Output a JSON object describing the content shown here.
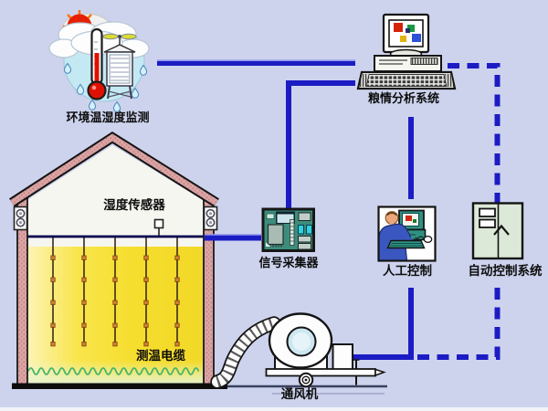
{
  "diagram": {
    "background_color": "#cdd3ed",
    "solid_line_color": "#1c1cc4",
    "dashed_line_color": "#1c1cc4",
    "cable_line_color": "#00004f",
    "grain_color": "#f6de2e",
    "labels": {
      "env_monitoring": "环境温湿度监测",
      "grain_analysis_system": "粮情分析系统",
      "humidity_sensor": "湿度传感器",
      "signal_collector": "信号采集器",
      "manual_control": "人工控制",
      "auto_control_system": "自动控制系统",
      "temp_cable": "测温电缆",
      "fan": "通风机"
    }
  }
}
